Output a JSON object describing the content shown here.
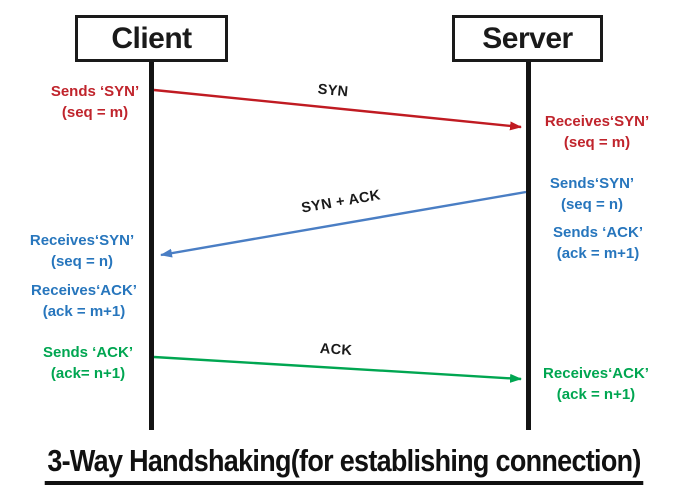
{
  "diagram": {
    "title": "3-Way Handshaking(for establishing connection)",
    "actors": {
      "client": "Client",
      "server": "Server"
    },
    "messages": {
      "syn": "SYN",
      "syn_ack": "SYN + ACK",
      "ack": "ACK"
    },
    "annotations": {
      "client_sends_syn": {
        "line1": "Sends ‘SYN’",
        "line2": "(seq = m)"
      },
      "server_receives_syn": {
        "line1": "Receives‘SYN’",
        "line2": "(seq = m)"
      },
      "server_sends_syn": {
        "line1": "Sends‘SYN’",
        "line2": "(seq = n)"
      },
      "server_sends_ack": {
        "line1": "Sends ‘ACK’",
        "line2": "(ack = m+1)"
      },
      "client_receives_syn": {
        "line1": "Receives‘SYN’",
        "line2": "(seq = n)"
      },
      "client_receives_ack": {
        "line1": "Receives‘ACK’",
        "line2": "(ack = m+1)"
      },
      "client_sends_ack": {
        "line1": "Sends ‘ACK’",
        "line2": "(ack= n+1)"
      },
      "server_receives_ack": {
        "line1": "Receives‘ACK’",
        "line2": "(ack = n+1)"
      }
    },
    "colors": {
      "syn_arrow": "#c01b22",
      "syn_ack_arrow": "#4a7ec4",
      "ack_arrow": "#00a651",
      "red_text": "#c0242c",
      "blue_text": "#2776bd",
      "green_text": "#00a651",
      "lifeline": "#141414"
    }
  }
}
